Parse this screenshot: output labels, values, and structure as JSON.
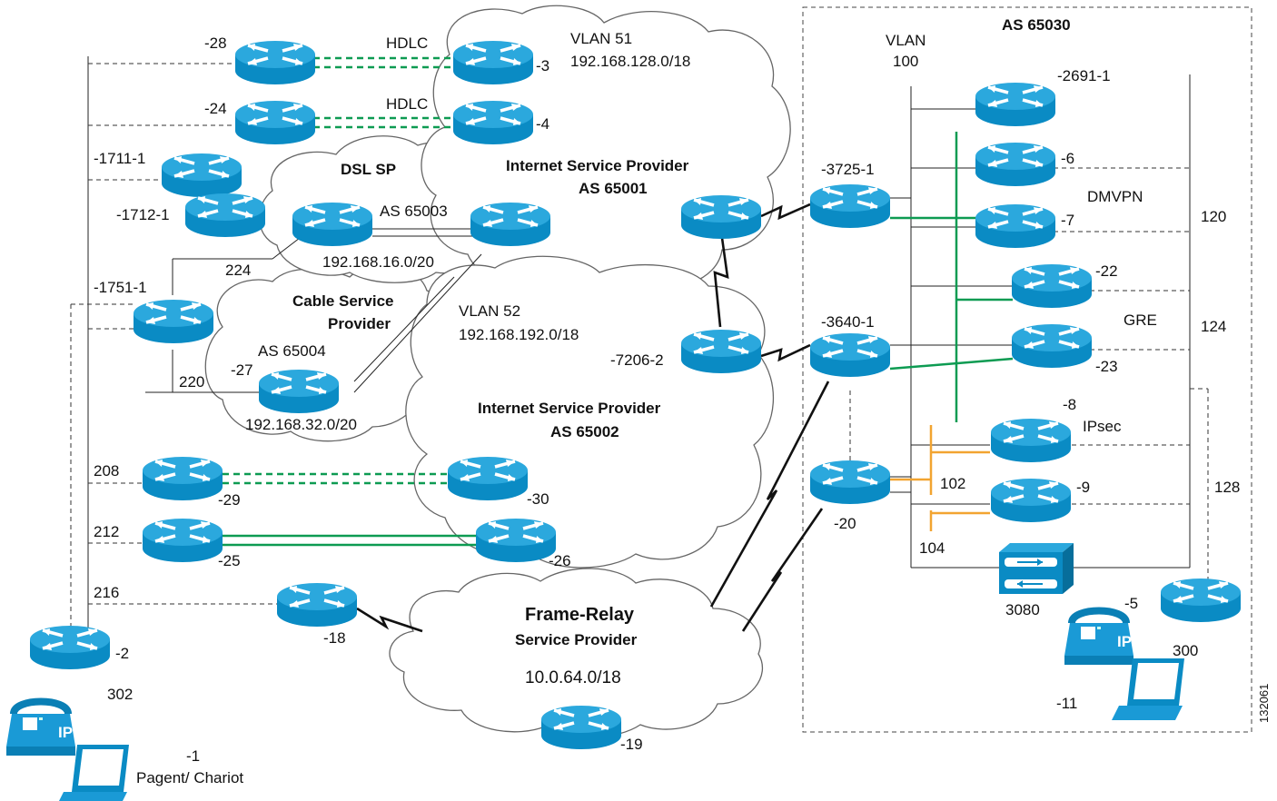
{
  "figure_id": "132061",
  "clouds": {
    "isp1_name": "Internet Service Provider",
    "isp1_as": "AS 65001",
    "isp1_vlan": "VLAN 51",
    "isp1_subnet": "192.168.128.0/18",
    "isp2_name": "Internet Service Provider",
    "isp2_as": "AS 65002",
    "isp2_vlan": "VLAN 52",
    "isp2_subnet": "192.168.192.0/18",
    "dsl_name": "DSL SP",
    "dsl_as": "AS 65003",
    "dsl_subnet": "192.168.16.0/20",
    "cable_name_1": "Cable Service",
    "cable_name_2": "Provider",
    "cable_as": "AS 65004",
    "cable_subnet": "192.168.32.0/20",
    "fr_name_1": "Frame-Relay",
    "fr_name_2": "Service Provider",
    "fr_subnet": "10.0.64.0/18"
  },
  "as_box": {
    "title": "AS 65030",
    "vlan_1": "VLAN",
    "vlan_2": "100",
    "dmvpn": "DMVPN",
    "gre": "GRE",
    "ipsec": "IPsec",
    "vlan120": "120",
    "vlan124": "124",
    "vlan128": "128",
    "vlan102": "102",
    "vlan104": "104"
  },
  "links": {
    "hdlc_1": "HDLC",
    "hdlc_2": "HDLC",
    "vlan208": "208",
    "vlan212": "212",
    "vlan216": "216",
    "vlan220": "220",
    "vlan224": "224",
    "vlan302": "302"
  },
  "devices": {
    "r28": "-28",
    "r24": "-24",
    "r3": "-3",
    "r4": "-4",
    "r1711": "-1711-1",
    "r1712": "-1712-1",
    "r1751": "-1751-1",
    "r27": "-27",
    "r29": "-29",
    "r30": "-30",
    "r25": "-25",
    "r26": "-26",
    "r18": "-18",
    "r19": "-19",
    "r2": "-2",
    "r7206": "-7206-2",
    "r3725": "-3725-1",
    "r3640": "-3640-1",
    "r20": "-20",
    "r2691": "-2691-1",
    "r6": "-6",
    "r7": "-7",
    "r22": "-22",
    "r23": "-23",
    "r8": "-8",
    "r9": "-9",
    "r3080": "3080",
    "r5": "-5",
    "r300": "300",
    "r11": "-11",
    "r1": "-1",
    "pagent": "Pagent/ Chariot",
    "phone_ip_1": "IP",
    "phone_ip_2": "IP"
  },
  "colors": {
    "device_blue": "#0a8bc4",
    "device_top": "#2ba8dd",
    "link_green": "#0d9b52",
    "link_orange": "#f2a431"
  },
  "icons": {
    "router": "router-icon",
    "phone": "ip-phone-icon",
    "laptop": "laptop-icon",
    "vpn_concentrator": "vpn-concentrator-icon"
  }
}
